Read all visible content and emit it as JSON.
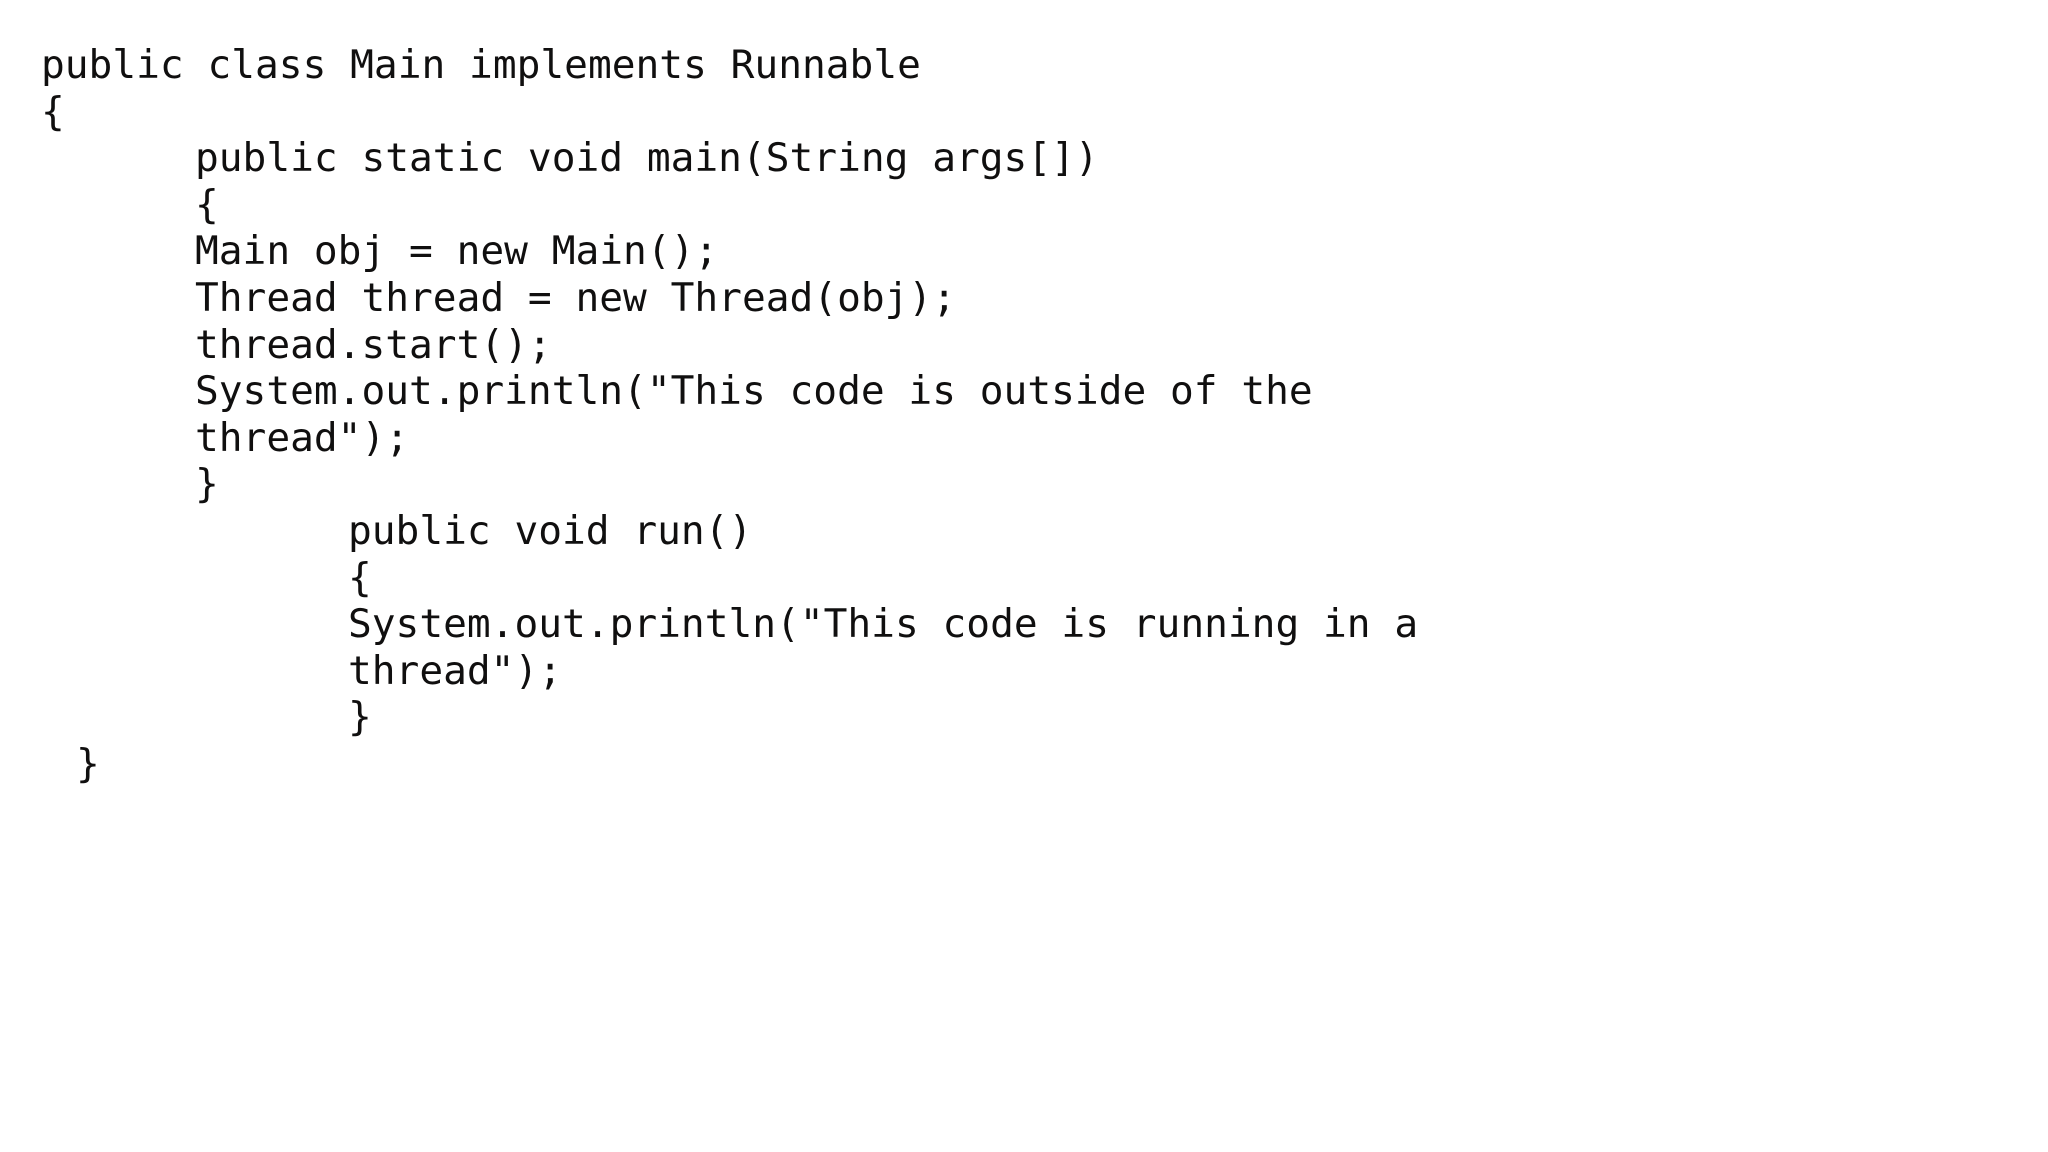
{
  "slide": {
    "background_color": "#ffffff",
    "text_color": "#100f0f",
    "language": "java"
  },
  "code": {
    "lines": [
      {
        "text": "public class Main implements Runnable",
        "indent": 0
      },
      {
        "text": "{",
        "indent": 0
      },
      {
        "text": "public static void main(String args[])",
        "indent": 1
      },
      {
        "text": "{",
        "indent": 1
      },
      {
        "text": "Main obj = new Main();",
        "indent": 1
      },
      {
        "text": "Thread thread = new Thread(obj);",
        "indent": 1
      },
      {
        "text": "thread.start();",
        "indent": 1
      },
      {
        "text": "System.out.println(\"This code is outside of the",
        "indent": 1
      },
      {
        "text": "thread\");",
        "indent": 1
      },
      {
        "text": "}",
        "indent": 1
      },
      {
        "text": "public void run()",
        "indent": 2
      },
      {
        "text": "{",
        "indent": 2
      },
      {
        "text": "System.out.println(\"This code is running in a",
        "indent": 2
      },
      {
        "text": "thread\");",
        "indent": 2
      },
      {
        "text": "}",
        "indent": 2
      },
      {
        "text": "}",
        "indent": 3
      }
    ]
  }
}
